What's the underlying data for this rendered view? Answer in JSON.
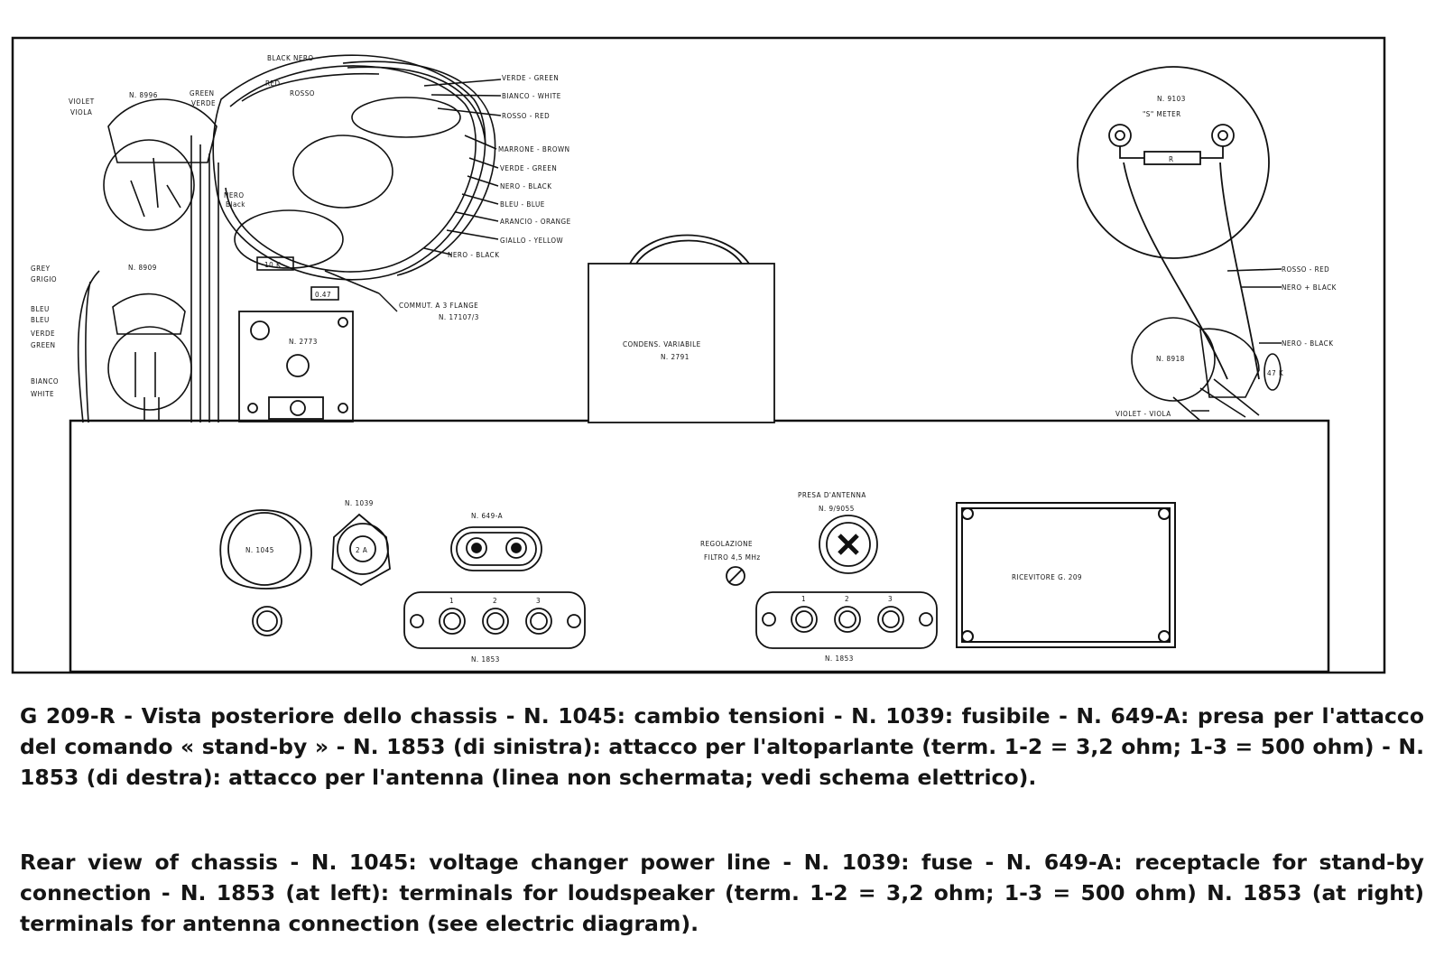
{
  "diagram": {
    "wire_labels_top": [
      "BLACK NERO",
      "VERDE - GREEN",
      "BIANCO - WHITE",
      "ROSSO - RED",
      "MARRONE - BROWN",
      "VERDE - GREEN",
      "NERO - BLACK",
      "BLEU - BLUE",
      "ARANCIO - ORANGE",
      "GIALLO - YELLOW",
      "NERO - BLACK"
    ],
    "left_labels": {
      "violet": "VIOLET",
      "viola": "VIOLA",
      "n8996": "N. 8996",
      "green": "GREEN",
      "verde": "VERDE",
      "red": "RED",
      "rosso": "ROSSO",
      "nero": "NERO",
      "black": "Black",
      "ten_k": "10 K",
      "cap": "0.47",
      "grey": "GREY",
      "grigio": "GRIGIO",
      "n8909": "N. 8909",
      "bleu1": "BLEU",
      "bleu2": "BLEU",
      "verde2": "VERDE",
      "green2": "GREEN",
      "bianco": "BIANCO",
      "white": "WHITE"
    },
    "commut_label": "COMMUT. A 3 FLANGE",
    "commut_number": "N. 17107/3",
    "n2773": "N. 2773",
    "condens_label": "CONDENS. VARIABILE",
    "condens_number": "N. 2791",
    "smeter_number": "N. 9103",
    "smeter_label": "\"S\" METER",
    "smeter_resistor": "R",
    "right_labels": {
      "rosso_red": "ROSSO - RED",
      "nero_black1": "NERO + BLACK",
      "nero_black2": "NERO - BLACK",
      "violet_viola": "VIOLET - VIOLA",
      "n8918": "N. 8918",
      "r47k": "47 K"
    },
    "panel": {
      "n1045": "N. 1045",
      "n1039": "N. 1039",
      "fuse": "2 A",
      "n649a": "N. 649-A",
      "term_nums": [
        "1",
        "2",
        "3"
      ],
      "n1853": "N. 1853",
      "regolazione": "REGOLAZIONE",
      "filtro": "FILTRO 4,5 MHz",
      "presa": "PRESA D'ANTENNA",
      "presa_number": "N. 9/9055",
      "ricevitore": "RICEVITORE G. 209"
    }
  },
  "caption_it": "G 209-R - Vista posteriore dello chassis - N. 1045: cambio tensioni - N. 1039: fusibile - N. 649-A: presa per l'attacco del comando « stand-by » - N. 1853 (di sinistra): attacco per l'altoparlante (term. 1-2 = 3,2 ohm; 1-3 = 500 ohm) - N. 1853 (di destra): attacco per l'antenna (linea non schermata; vedi schema elettrico).",
  "caption_en": "Rear view of chassis - N. 1045: voltage changer power line - N. 1039: fuse - N. 649-A: receptacle for stand-by connection - N. 1853 (at left): terminals for loudspeaker (term. 1-2 = 3,2 ohm; 1-3 = 500 ohm) N. 1853 (at right) terminals for antenna connection (see electric diagram)."
}
